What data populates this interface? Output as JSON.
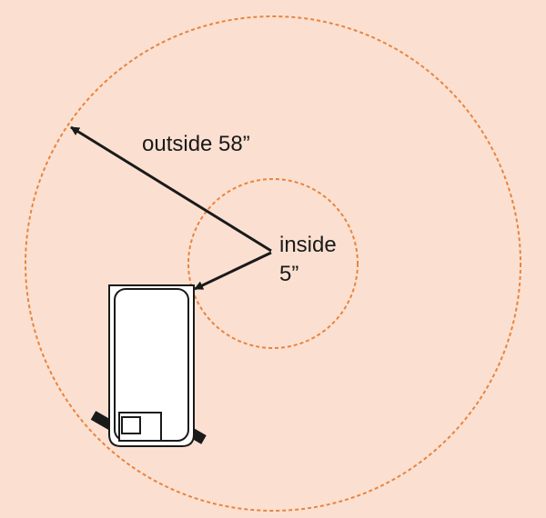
{
  "labels": {
    "outside": "outside 58”",
    "inside_line1": "inside",
    "inside_line2": "5”"
  },
  "colors": {
    "background": "#fbe0d1",
    "circle_stroke": "#e8843f",
    "arrow": "#1a1a1a",
    "cart_fill": "#ffffff",
    "cart_stroke": "#1a1a1a"
  }
}
